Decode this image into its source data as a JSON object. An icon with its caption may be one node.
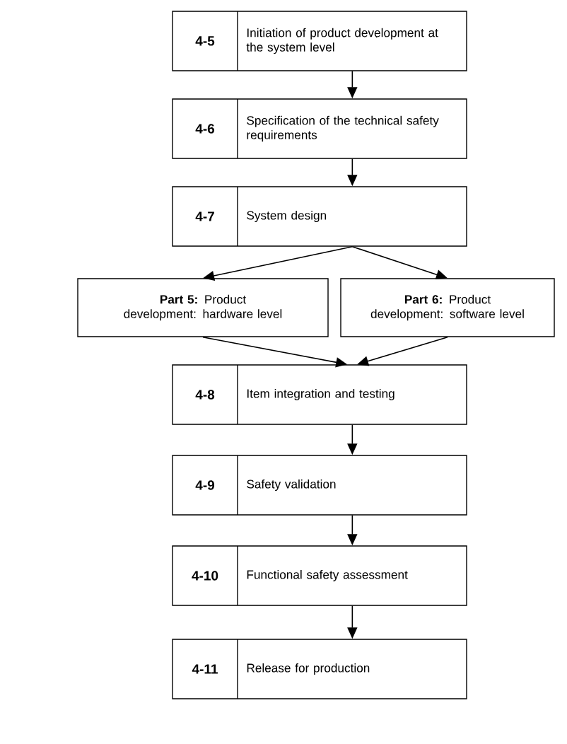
{
  "diagram": {
    "nodes": [
      {
        "text": [
          "4-5",
          "Initiation of product development at the system level"
        ]
      },
      {
        "text": [
          "4-6",
          "Specification of the technical safety requirements"
        ]
      },
      {
        "text": [
          "4-7",
          "System design"
        ]
      },
      {
        "text": [
          "**Part 5:** Product development: hardware level"
        ]
      },
      {
        "text": [
          "**Part 6:** Product development: software level"
        ]
      },
      {
        "text": [
          "4-8",
          "Item integration and testing"
        ]
      },
      {
        "text": [
          "4-9",
          "Safety validation"
        ]
      },
      {
        "text": [
          "4-10",
          "Functional safety assessment"
        ]
      },
      {
        "text": [
          "4-11",
          "Release for production"
        ]
      }
    ],
    "edges": [
      {
        "from": 0,
        "to": 1,
        "arrow": "to"
      },
      {
        "from": 1,
        "to": 2,
        "arrow": "to"
      },
      {
        "from": 2,
        "to": 3,
        "arrow": "to"
      },
      {
        "from": 2,
        "to": 4,
        "arrow": "to"
      },
      {
        "from": 3,
        "to": 5,
        "arrow": "to"
      },
      {
        "from": 4,
        "to": 5,
        "arrow": "to"
      },
      {
        "from": 5,
        "to": 6,
        "arrow": "to"
      },
      {
        "from": 6,
        "to": 7,
        "arrow": "to"
      },
      {
        "from": 7,
        "to": 8,
        "arrow": "to"
      }
    ]
  }
}
